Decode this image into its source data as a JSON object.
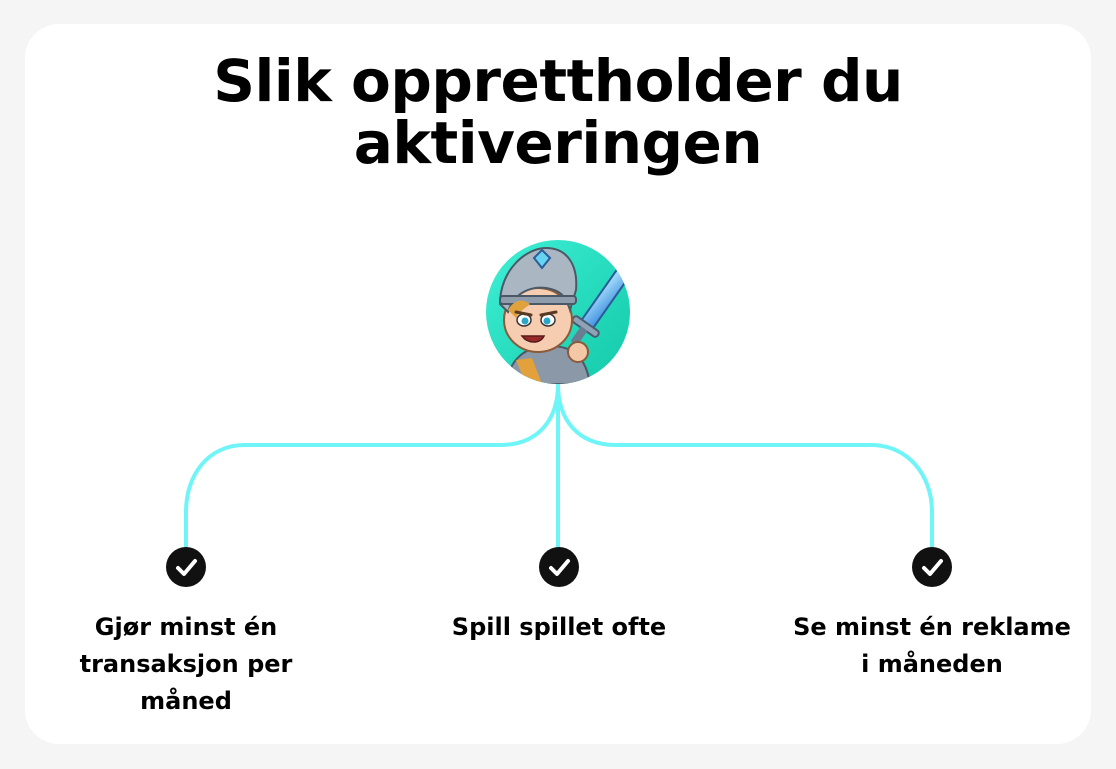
{
  "title": "Slik opprettholder du aktiveringen",
  "avatar_icon": "knight-character-avatar",
  "connector_color": "#6ff5f8",
  "steps": [
    {
      "label": "Gjør minst én transaksjon per måned",
      "icon": "check-icon"
    },
    {
      "label": "Spill spillet ofte",
      "icon": "check-icon"
    },
    {
      "label": "Se minst én reklame i måneden",
      "icon": "check-icon"
    }
  ]
}
